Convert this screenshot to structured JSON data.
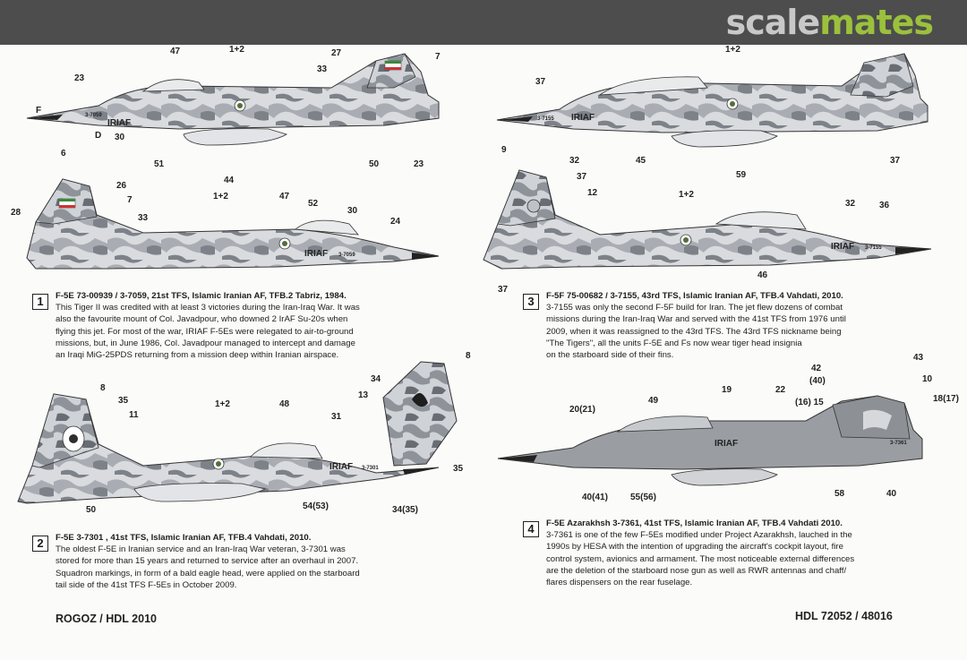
{
  "brand": {
    "part1": "scale",
    "part2": "mates"
  },
  "profiles": [
    {
      "number": "1",
      "heading": "F-5E 73-00939 / 3-7059, 21st TFS, Islamic Iranian AF, TFB.2 Tabriz, 1984.",
      "lines": [
        "This Tiger II was credited with at least 3 victories during the Iran-Iraq War. It was",
        "also the favourite mount of Col. Javadpour, who downed 2 IrAF Su-20s when",
        "flying this jet. For most of the war, IRIAF F-5Es were relegated to air-to-ground",
        "missions, but, in June 1986, Col. Javadpour managed to intercept and damage",
        "an Iraqi MiG-25PDS returning from a mission deep within Iranian airspace."
      ]
    },
    {
      "number": "2",
      "heading": "F-5E 3-7301 , 41st TFS, Islamic Iranian AF, TFB.4 Vahdati, 2010.",
      "lines": [
        "The oldest F-5E in Iranian service and an Iran-Iraq War veteran, 3-7301 was",
        "stored for more than 15 years and returned to service after an overhaul in 2007.",
        "Squadron markings, in form of a bald eagle head, were applied on the starboard",
        "tail side of the 41st TFS F-5Es in October 2009."
      ]
    },
    {
      "number": "3",
      "heading": "F-5F 75-00682 / 3-7155, 43rd TFS, Islamic Iranian AF, TFB.4 Vahdati, 2010.",
      "lines": [
        "3-7155 was only the second F-5F build for Iran. The jet flew dozens of combat",
        "missions during the Iran-Iraq War and served with the 41st TFS from 1976 until",
        "2009, when it was reassigned to the 43rd TFS. The 43rd TFS nickname being",
        "\"The Tigers\", all the units F-5E and Fs now wear tiger head insignia",
        "on the starboard side of their fins."
      ]
    },
    {
      "number": "4",
      "heading": "F-5E Azarakhsh 3-7361, 41st TFS, Islamic Iranian AF, TFB.4 Vahdati 2010.",
      "lines": [
        "3-7361 is one of the few F-5Es modified under Project Azarakhsh, lauched in the",
        "1990s by HESA with the intention of upgrading the aircraft's cockpit layout, fire",
        "control system, avionics and armament. The most noticeable external differences",
        "are the deletion of the starboard nose gun as well as RWR antennas and chaff/",
        "flares dispensers on the rear fuselage."
      ]
    }
  ],
  "aircraft_markings": {
    "p1_top": {
      "roundel_text": "IRIAF",
      "serial": "3-7059"
    },
    "p1_bottom": {
      "roundel_text": "IRIAF",
      "serial": "3-7059"
    },
    "p3_top": {
      "roundel_text": "IRIAF",
      "serial": "3-7155"
    },
    "p3_bottom": {
      "roundel_text": "IRIAF",
      "serial": "3-7155"
    },
    "p2": {
      "roundel_text": "IRIAF",
      "serial": "3-7301"
    },
    "p4": {
      "roundel_text": "IRIAF",
      "serial": "3-7361"
    }
  },
  "footer": {
    "left": "ROGOZ / HDL 2010",
    "right": "HDL 72052 / 48016"
  },
  "colors": {
    "camo_light": "#d9dbde",
    "camo_mid": "#a9adb3",
    "camo_dark": "#7d8289",
    "grey_scheme": "#9a9ea3",
    "topbar": "#4d4d4d",
    "brand_green": "#9bc13c"
  }
}
